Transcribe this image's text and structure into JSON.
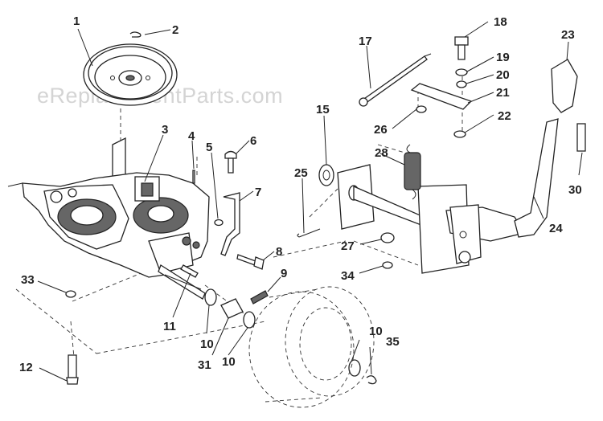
{
  "watermark": "eReplacementParts.com",
  "callouts": [
    "1",
    "2",
    "3",
    "4",
    "5",
    "6",
    "7",
    "8",
    "9",
    "10",
    "10",
    "10",
    "11",
    "12",
    "15",
    "17",
    "18",
    "19",
    "20",
    "21",
    "22",
    "23",
    "24",
    "25",
    "26",
    "27",
    "28",
    "30",
    "31",
    "33",
    "34",
    "35"
  ],
  "colors": {
    "ink": "#222222",
    "watermark": "#d4d4d4",
    "shade": "#666666"
  }
}
